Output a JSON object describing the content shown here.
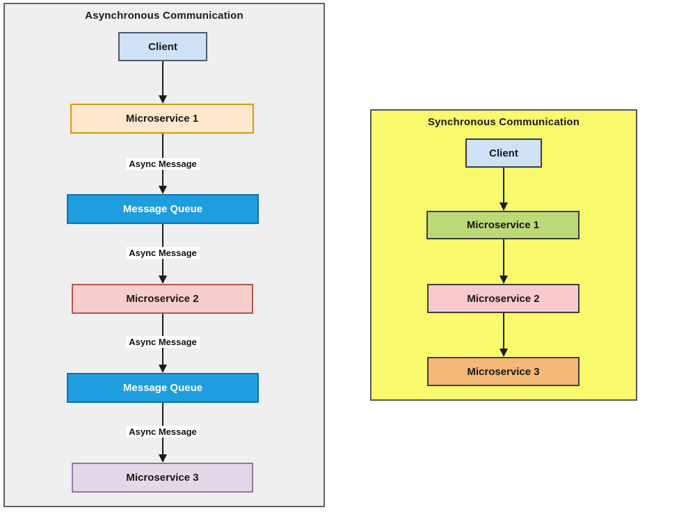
{
  "diagram": {
    "async_panel": {
      "title": "Asynchronous Communication",
      "nodes": [
        {
          "id": "client",
          "label": "Client"
        },
        {
          "id": "microservice-1",
          "label": "Microservice 1"
        },
        {
          "id": "message-queue-1",
          "label": "Message Queue"
        },
        {
          "id": "microservice-2",
          "label": "Microservice 2"
        },
        {
          "id": "message-queue-2",
          "label": "Message Queue"
        },
        {
          "id": "microservice-3",
          "label": "Microservice 3"
        }
      ],
      "edge_labels": [
        "Async Message",
        "Async Message",
        "Async Message",
        "Async Message"
      ]
    },
    "sync_panel": {
      "title": "Synchronous Communication",
      "nodes": [
        {
          "id": "client",
          "label": "Client"
        },
        {
          "id": "microservice-1",
          "label": "Microservice 1"
        },
        {
          "id": "microservice-2",
          "label": "Microservice 2"
        },
        {
          "id": "microservice-3",
          "label": "Microservice 3"
        }
      ]
    },
    "colors": {
      "async_panel_bg": "#efefef",
      "async_panel_border": "#616161",
      "sync_panel_bg": "#f9f96d",
      "sync_panel_border": "#565656",
      "client_fill": "#cfe2f7",
      "async_ms1_fill": "#ffe8cd",
      "async_ms1_border": "#d79b00",
      "message_queue_fill": "#1e9ede",
      "message_queue_border": "#1172ae",
      "message_queue_text": "#ffffff",
      "async_ms2_fill": "#f8cecc",
      "async_ms2_border": "#b85450",
      "async_ms3_fill": "#e3d8e8",
      "async_ms3_border": "#9673a6",
      "sync_ms1_fill": "#bcd978",
      "sync_ms2_fill": "#f8c9cd",
      "sync_ms3_fill": "#f5b877",
      "arrow": "#1b1b1b"
    }
  }
}
